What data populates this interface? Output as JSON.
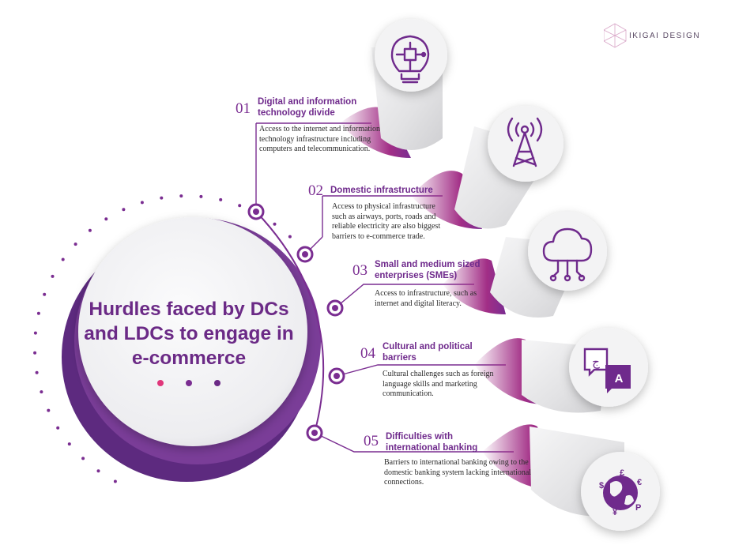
{
  "logo": {
    "text": "IKIGAI DESIGN"
  },
  "title": "Hurdles faced by DCs and LDCs to engage in e-commerce",
  "items": [
    {
      "number": "01",
      "heading": "Digital and information technology divide",
      "description": "Access to the internet and information technology infrastructure including computers and telecommunication.",
      "icon": "lightbulb-circuit-icon"
    },
    {
      "number": "02",
      "heading": "Domestic infrastructure",
      "description": "Access to physical infrastructure such as airways, ports, roads and reliable electricity are also biggest barriers to e-commerce trade.",
      "icon": "antenna-tower-icon"
    },
    {
      "number": "03",
      "heading": "Small and medium sized enterprises (SMEs)",
      "description": "Access to infrastructure, such as internet and digital literacy.",
      "icon": "cloud-network-icon"
    },
    {
      "number": "04",
      "heading": "Cultural and political barriers",
      "description": "Cultural challenges such as foreign language skills and marketing communication.",
      "icon": "translation-icon"
    },
    {
      "number": "05",
      "heading": "Difficulties with international banking",
      "description": "Barriers to international banking owing to the domestic banking system lacking international connections.",
      "icon": "globe-currency-icon"
    }
  ],
  "icon_glyphs": {
    "arabic": "ج",
    "latin": "A"
  },
  "colors": {
    "primary": "#6f2a8c",
    "accent": "#e0367a",
    "pill": "#e6e6e8",
    "pink_gradient_end": "#b0317f"
  }
}
